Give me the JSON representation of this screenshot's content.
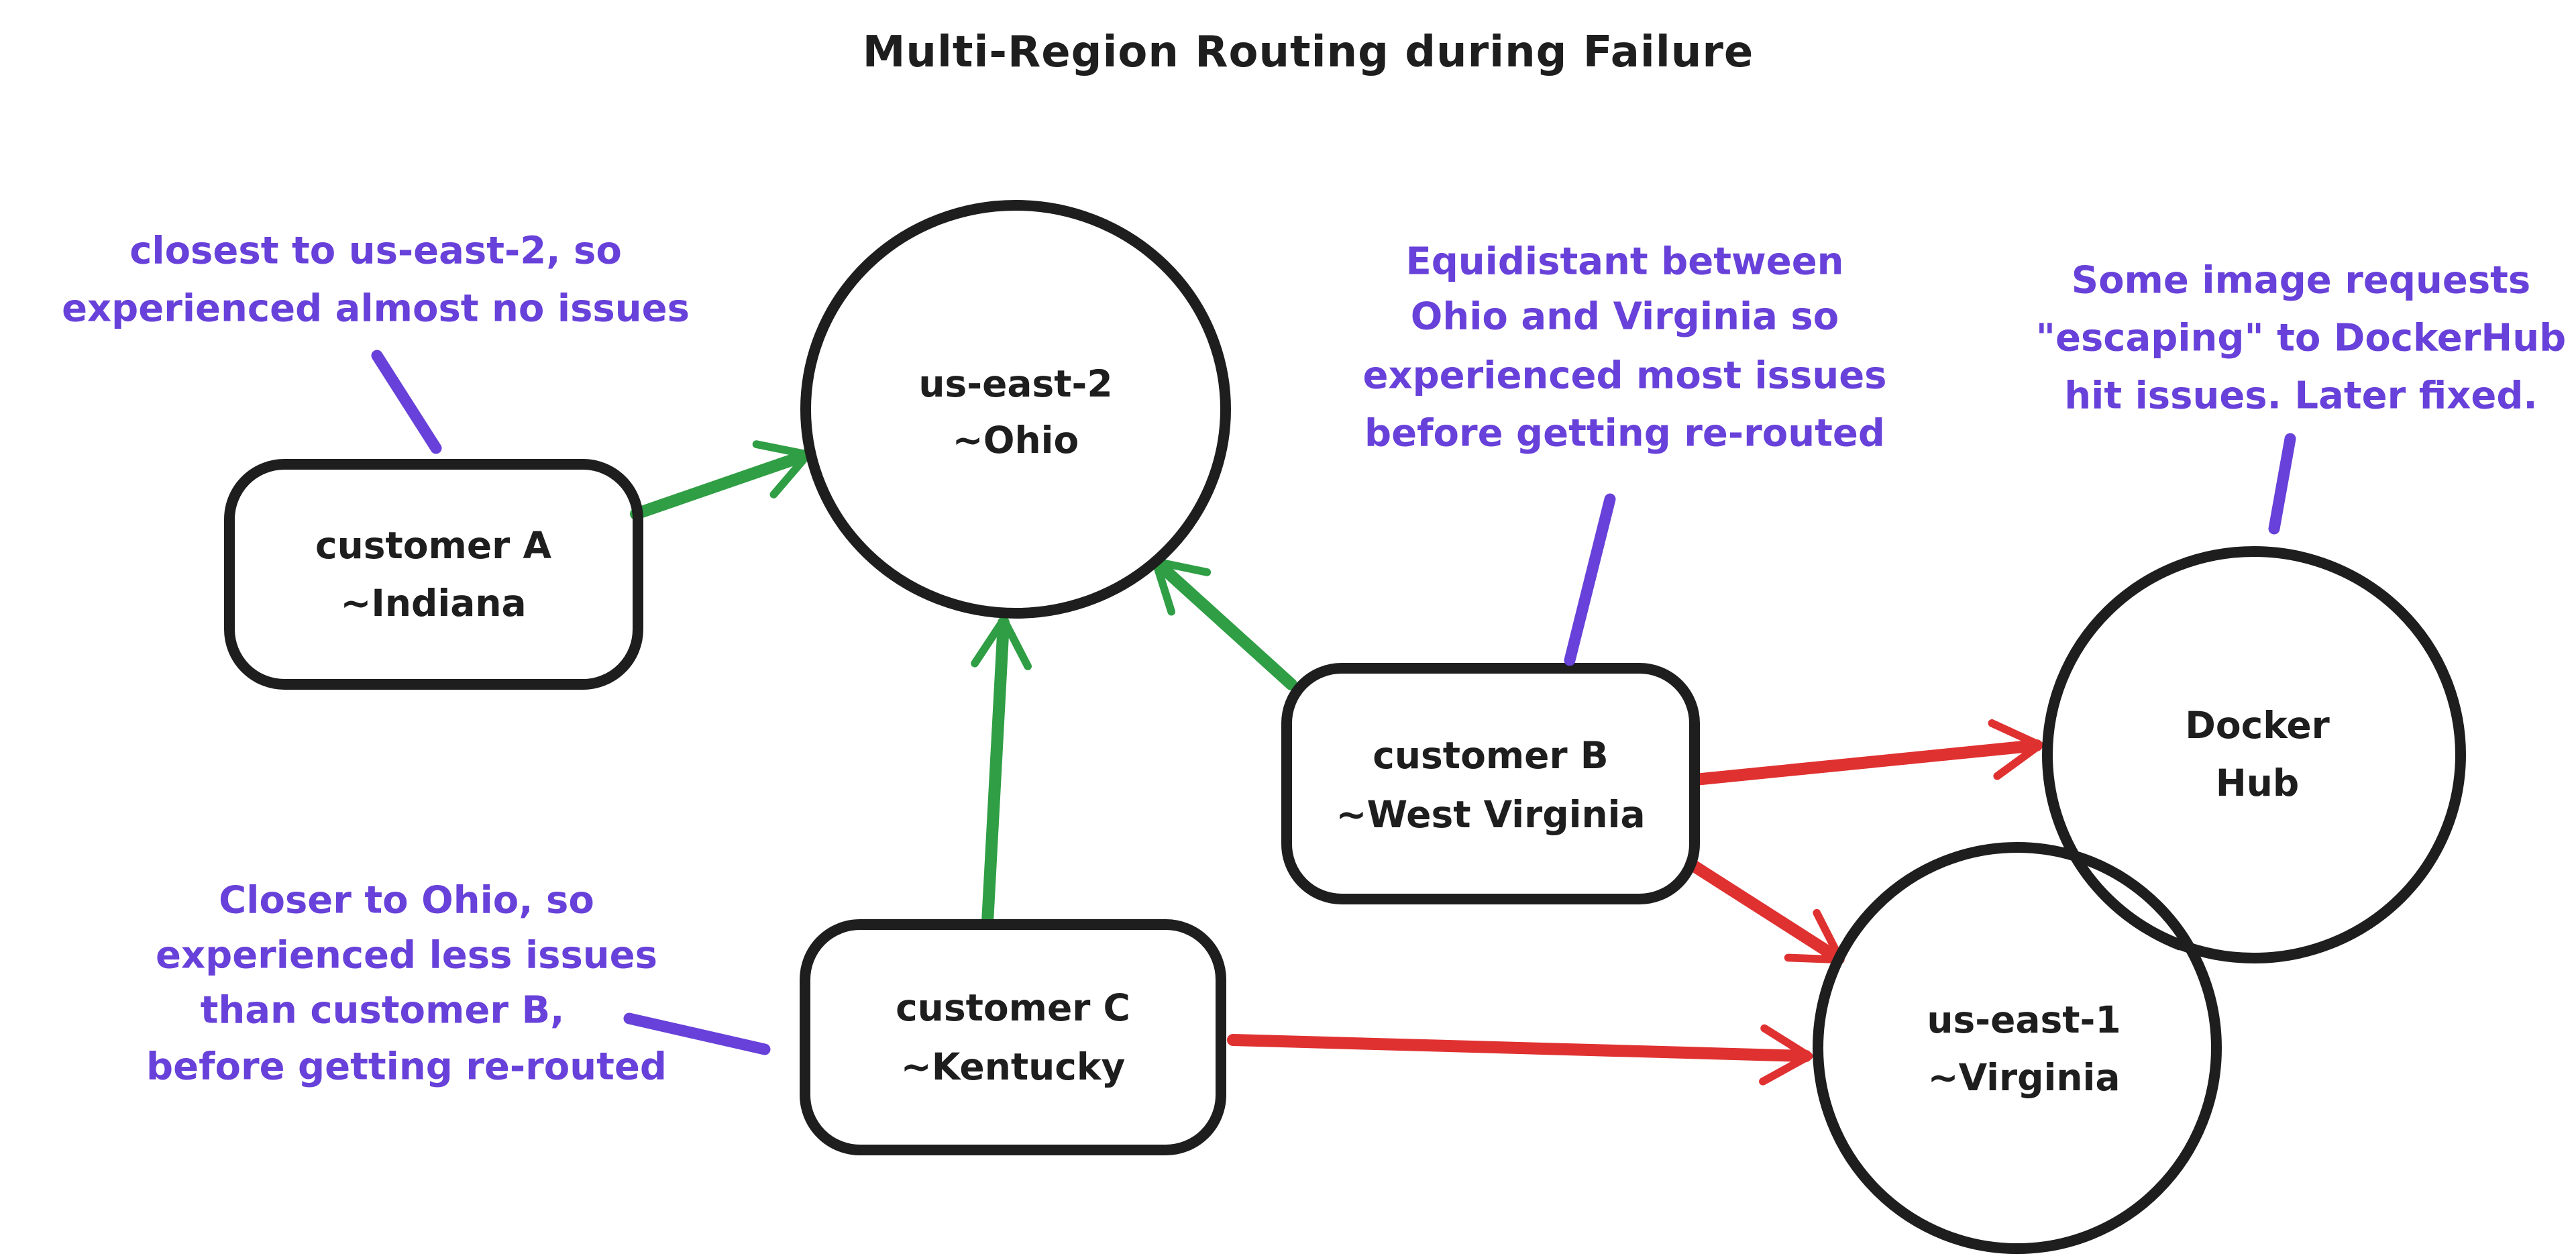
{
  "title": "Multi-Region Routing during Failure",
  "palette": {
    "background": "#ffffff",
    "ink": "#1e1e1e",
    "annotation_purple": "#6741d9",
    "healthy_green_stroke": "#2f9e44",
    "healthy_green_fill": "#b2f2bb",
    "issue_red_stroke": "#e03131",
    "issue_red_fill": "#ffc9c9",
    "customer_c_blue_fill": "#a5d8ff"
  },
  "nodes": {
    "customer_a": {
      "lines": [
        "customer A",
        "~Indiana"
      ],
      "shape": "rounded-rect",
      "fill": "#b2f2bb"
    },
    "us_east_2": {
      "lines": [
        "us-east-2",
        "~Ohio"
      ],
      "shape": "ellipse",
      "fill": "#b2f2bb"
    },
    "customer_b": {
      "lines": [
        "customer B",
        "~West Virginia"
      ],
      "shape": "rounded-rect",
      "fill": "#ffc9c9"
    },
    "customer_c": {
      "lines": [
        "customer C",
        "~Kentucky"
      ],
      "shape": "rounded-rect",
      "fill": "#a5d8ff"
    },
    "docker_hub": {
      "lines": [
        "Docker",
        "Hub"
      ],
      "shape": "ellipse",
      "fill": "#ffc9c9"
    },
    "us_east_1": {
      "lines": [
        "us-east-1",
        "~Virginia"
      ],
      "shape": "ellipse",
      "fill": "#ffc9c9"
    }
  },
  "notes": {
    "customer_a": {
      "target": "customer_a",
      "lines": [
        "closest to us-east-2, so",
        "experienced almost no issues"
      ]
    },
    "customer_b": {
      "target": "customer_b",
      "lines": [
        "Equidistant between",
        "Ohio and Virginia so",
        "experienced most issues",
        "before getting re-routed"
      ]
    },
    "docker_hub": {
      "target": "docker_hub",
      "lines": [
        "Some image requests",
        "\"escaping\" to DockerHub",
        "hit issues. Later fixed."
      ]
    },
    "customer_c": {
      "target": "customer_c",
      "lines": [
        "Closer to Ohio, so",
        "experienced less issues",
        "than customer B,",
        "before getting re-routed"
      ]
    }
  },
  "edges": [
    {
      "from": "customer_a",
      "to": "us_east_2",
      "color": "#2f9e44"
    },
    {
      "from": "customer_c",
      "to": "us_east_2",
      "color": "#2f9e44"
    },
    {
      "from": "customer_b",
      "to": "us_east_2",
      "color": "#2f9e44"
    },
    {
      "from": "customer_b",
      "to": "docker_hub",
      "color": "#e03131"
    },
    {
      "from": "customer_b",
      "to": "us_east_1",
      "color": "#e03131"
    },
    {
      "from": "customer_c",
      "to": "us_east_1",
      "color": "#e03131"
    }
  ]
}
